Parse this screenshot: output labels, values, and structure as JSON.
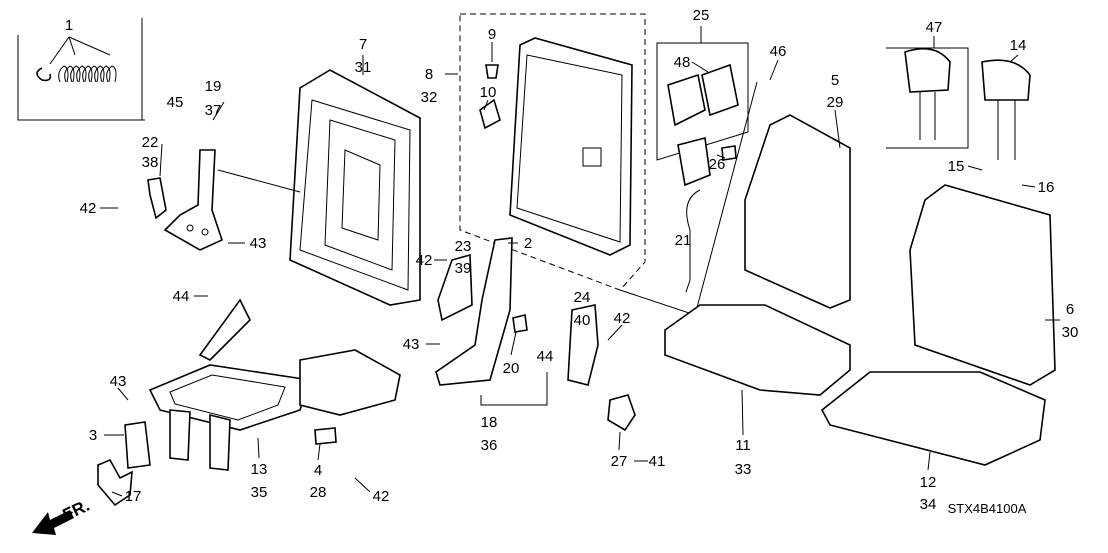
{
  "diagram": {
    "code": "STX4B4100A",
    "direction_label": "FR.",
    "callouts": {
      "c1": "1",
      "c7": "7",
      "c31": "31",
      "c19": "19",
      "c37": "37",
      "c45": "45",
      "c22": "22",
      "c38": "38",
      "c42a": "42",
      "c43a": "43",
      "c44a": "44",
      "c43b": "43",
      "c3": "3",
      "c17": "17",
      "c13": "13",
      "c35": "35",
      "c4": "4",
      "c28": "28",
      "c42b": "42",
      "c8": "8",
      "c32": "32",
      "c9": "9",
      "c10": "10",
      "c23": "23",
      "c39": "39",
      "c42c": "42",
      "c2": "2",
      "c43c": "43",
      "c20": "20",
      "c44b": "44",
      "c18": "18",
      "c36": "36",
      "c24": "24",
      "c40": "40",
      "c42d": "42",
      "c27": "27",
      "c41": "41",
      "c25": "25",
      "c48": "48",
      "c46": "46",
      "c26": "26",
      "c21": "21",
      "c5": "5",
      "c29": "29",
      "c11": "11",
      "c33": "33",
      "c47": "47",
      "c14": "14",
      "c15": "15",
      "c16": "16",
      "c6": "6",
      "c30": "30",
      "c12": "12",
      "c34": "34"
    }
  }
}
